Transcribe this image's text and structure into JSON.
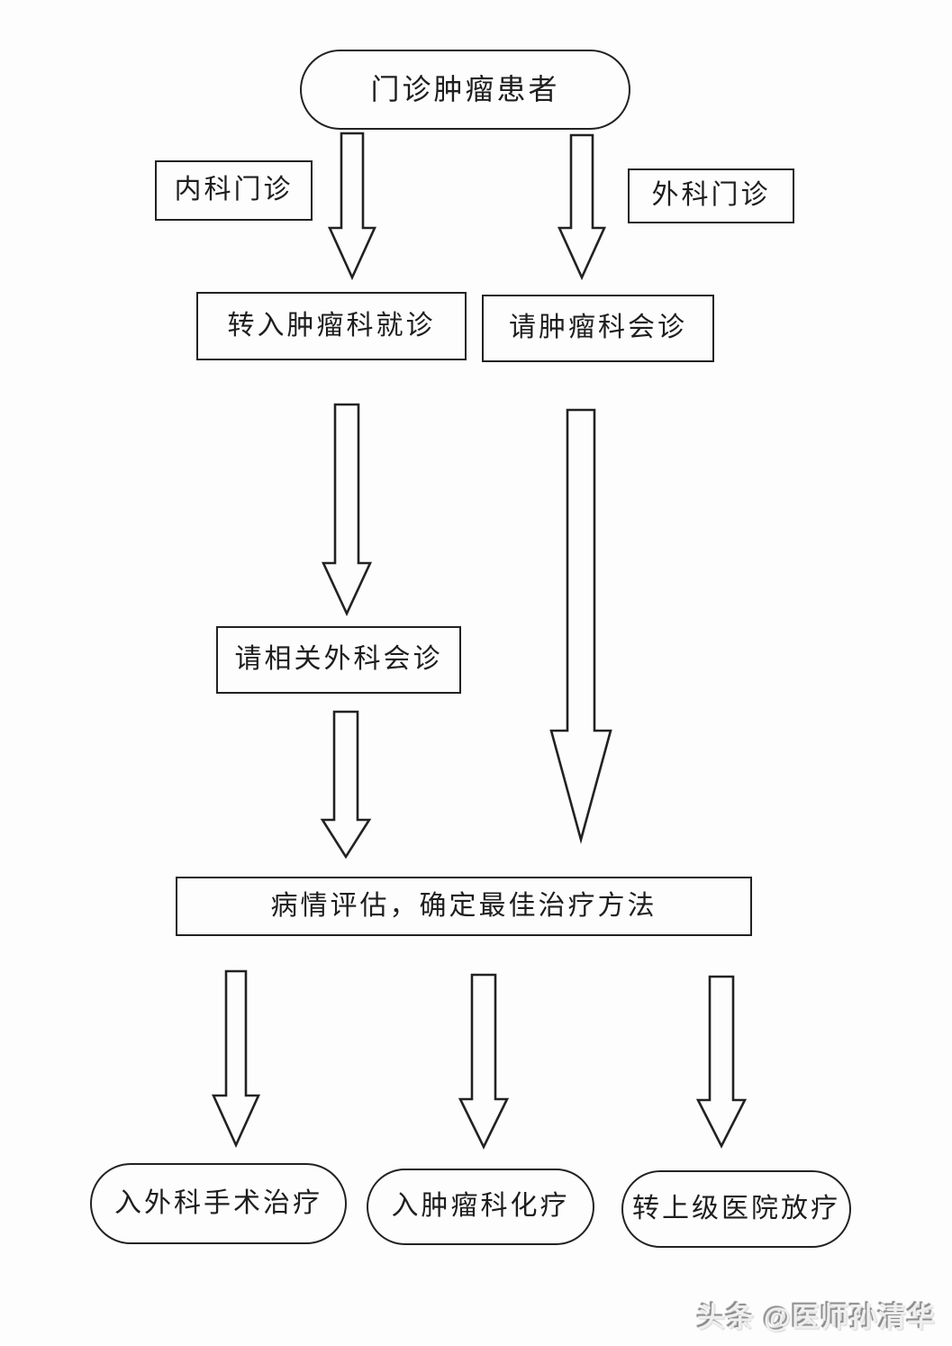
{
  "flowchart": {
    "nodes": {
      "start": "门诊肿瘤患者",
      "internal_clinic_label": "内科门诊",
      "surgical_clinic_label": "外科门诊",
      "transfer_to_oncology": "转入肿瘤科就诊",
      "oncology_consultation": "请肿瘤科会诊",
      "surgical_consultation": "请相关外科会诊",
      "evaluation": "病情评估，确定最佳治疗方法",
      "outcome_surgery": "入外科手术治疗",
      "outcome_chemotherapy": "入肿瘤科化疗",
      "outcome_radiotherapy": "转上级医院放疗"
    },
    "colors": {
      "line": "#222222",
      "background": "#fdfdfd"
    }
  },
  "watermark": {
    "text": "头条 @医师孙清华"
  }
}
